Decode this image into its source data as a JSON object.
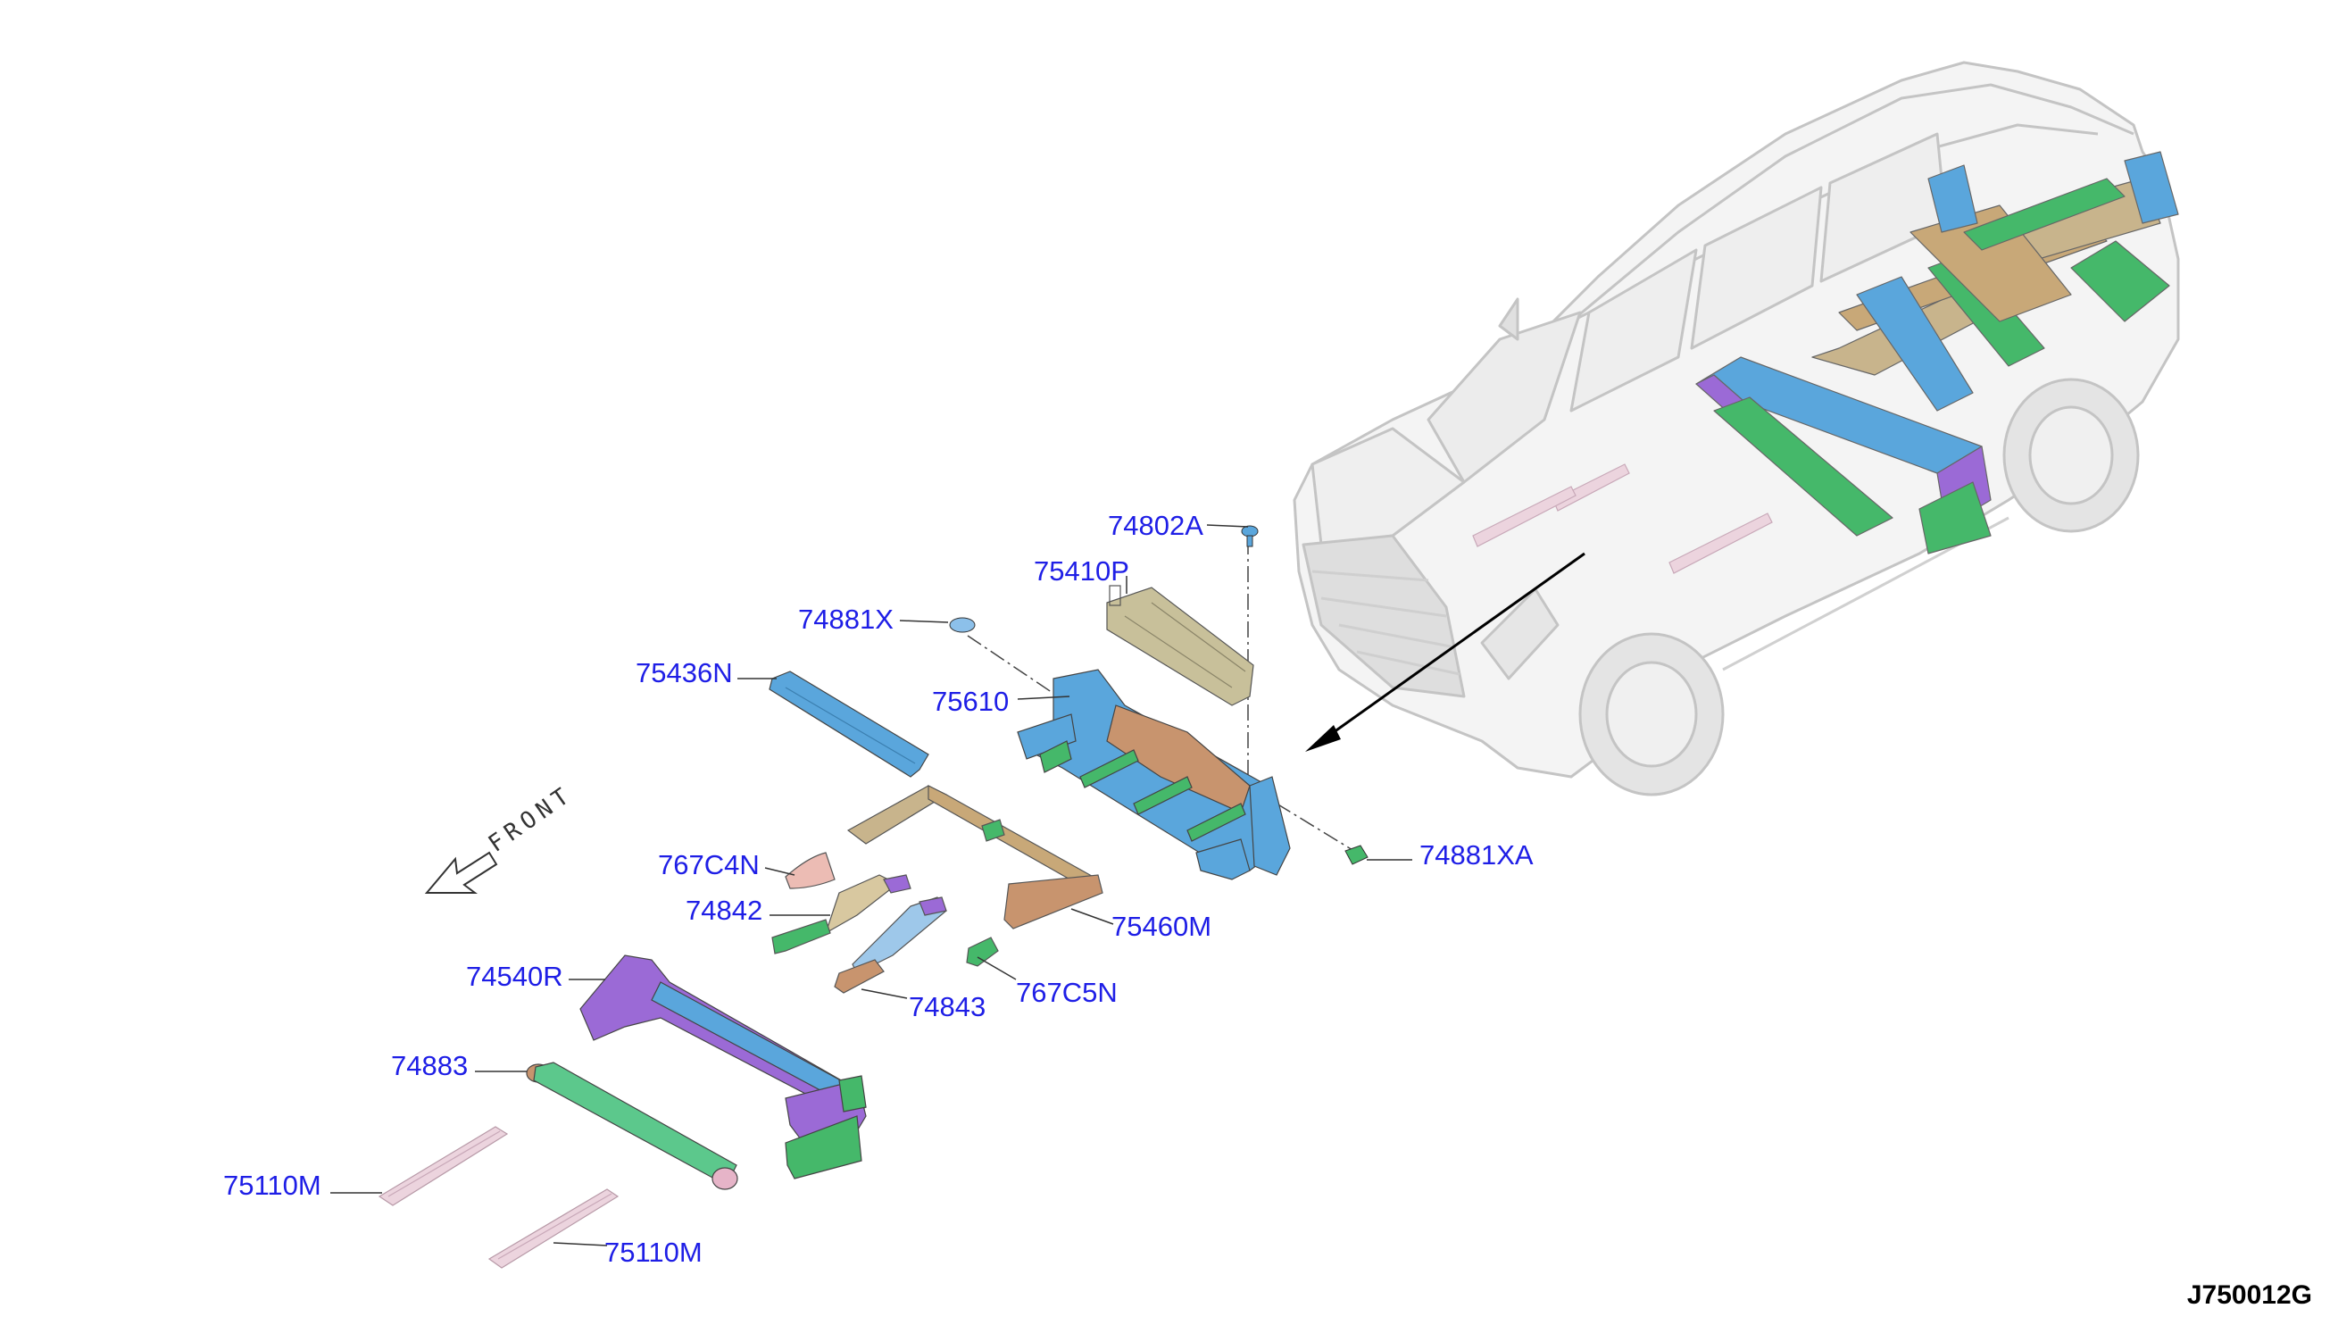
{
  "diagram": {
    "code": "J750012G",
    "front_label": "FRONT",
    "colors": {
      "callout_text": "#1e1ee6",
      "leader": "#333333",
      "blue_part": "#5aa6dc",
      "green_part": "#45b86a",
      "tan_part": "#c8b48c",
      "purple_part": "#9b6ad6",
      "pink_part": "#e6b4c8",
      "ghost_vehicle": "#c8c8c8"
    },
    "parts": [
      {
        "id": "74802A"
      },
      {
        "id": "75410P"
      },
      {
        "id": "74881X"
      },
      {
        "id": "75436N"
      },
      {
        "id": "75610"
      },
      {
        "id": "74881XA"
      },
      {
        "id": "767C4N"
      },
      {
        "id": "74842"
      },
      {
        "id": "75460M"
      },
      {
        "id": "74540R"
      },
      {
        "id": "767C5N"
      },
      {
        "id": "74843"
      },
      {
        "id": "74883"
      },
      {
        "id": "75110M"
      },
      {
        "id": "75110M"
      }
    ]
  }
}
